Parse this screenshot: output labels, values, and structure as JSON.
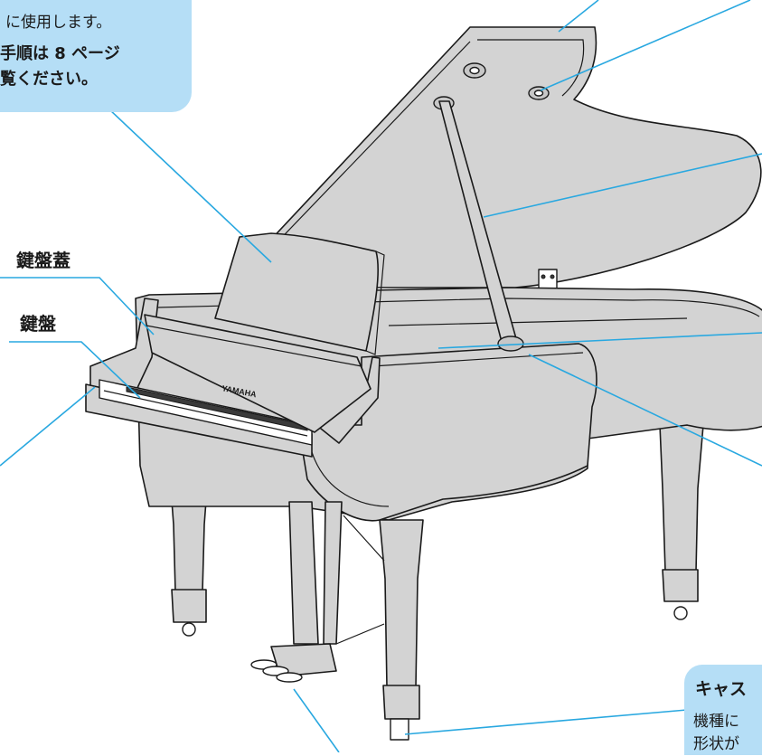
{
  "callout_music_rest": {
    "line1": "に使用します。",
    "line2": "手順は 8 ページ",
    "line3": "覧ください。"
  },
  "labels": {
    "keyboard_cover": "鍵盤蓋",
    "keyboard": "鍵盤"
  },
  "piano_brand": "YAMAHA",
  "callout_caster": {
    "title": "キャス",
    "body1": "機種に",
    "body2": "形状が"
  },
  "colors": {
    "callout_bg": "#b5def6",
    "leader_line": "#29a8e0",
    "piano_fill": "#d3d3d3",
    "outline": "#1a1a1a"
  }
}
